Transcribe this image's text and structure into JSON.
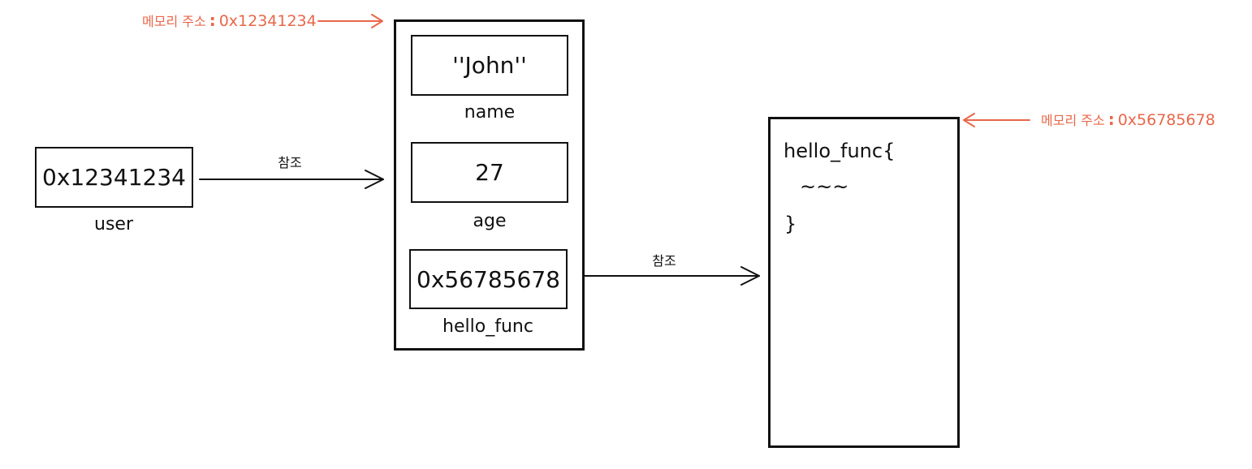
{
  "user": {
    "value": "0x12341234",
    "label": "user"
  },
  "ref1": {
    "label": "참조"
  },
  "ref2": {
    "label": "참조"
  },
  "object": {
    "address_annotation": {
      "prefix": "메모리 주소",
      "colon": ":",
      "address": "0x12341234"
    },
    "fields": [
      {
        "value": "''John''",
        "label": "name"
      },
      {
        "value": "27",
        "label": "age"
      },
      {
        "value": "0x56785678",
        "label": "hello_func"
      }
    ]
  },
  "function_object": {
    "address_annotation": {
      "prefix": "메모리 주소",
      "colon": ":",
      "address": "0x56785678"
    },
    "code_lines": [
      "hello_func{",
      "~~~",
      "}"
    ]
  },
  "colors": {
    "annotation": "#e8674a",
    "stroke": "#111111"
  }
}
